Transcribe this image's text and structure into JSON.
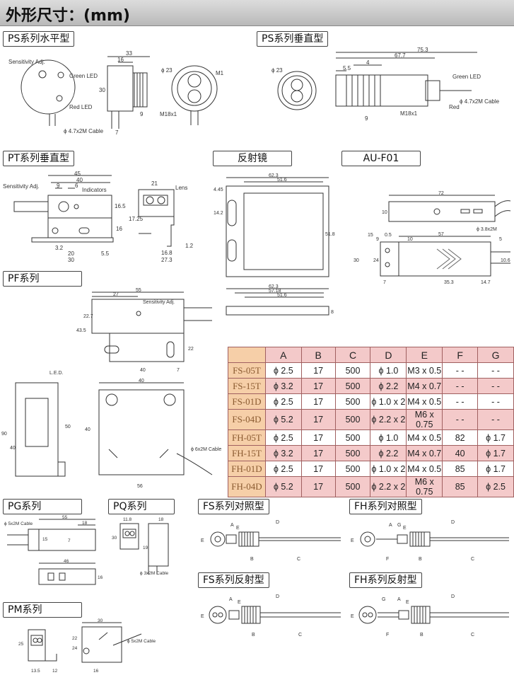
{
  "header": {
    "title": "外形尺寸：(mm)"
  },
  "sections": {
    "ps_h": "PS系列水平型",
    "ps_v": "PS系列垂直型",
    "pt_v": "PT系列垂直型",
    "reflector": "反射镜",
    "au": "AU-F01",
    "pf": "PF系列",
    "pg": "PG系列",
    "pq": "PQ系列",
    "pm": "PM系列",
    "fs_thru": "FS系列对照型",
    "fh_thru": "FH系列对照型",
    "fs_refl": "FS系列反射型",
    "fh_refl": "FH系列反射型"
  },
  "ps_h": {
    "sens": "Sensitivity Adj.",
    "green": "Green LED",
    "red": "Red LED",
    "cable": "ϕ 4.7x2M Cable",
    "d33": "33",
    "d16": "16",
    "d30": "30",
    "d9": "9",
    "d7": "7",
    "dia23": "ϕ 23",
    "thread": "M18x1",
    "m1": "M1"
  },
  "ps_v": {
    "d75": "75.3",
    "d67": "67.7",
    "d4": "4",
    "d55": "5.5",
    "d9": "9",
    "dia23": "ϕ 23",
    "thread": "M18x1",
    "green": "Green LED",
    "red": "Red",
    "cable": "ϕ 4.7x2M Cable"
  },
  "pt_v": {
    "sens": "Sensitivity Adj.",
    "ind": "Indicators",
    "lens": "Lens",
    "d45": "45",
    "d40": "40",
    "d9": "9",
    "d6": "6",
    "d165": "16.5",
    "d32": "3.2",
    "d20": "20",
    "d30": "30",
    "d55": "5.5",
    "d21": "21",
    "d1725": "17.25",
    "d16": "16",
    "d168": "16.8",
    "d273": "27.3",
    "d12": "1.2"
  },
  "refl": {
    "d623": "62.3",
    "d516": "51.6",
    "d445": "4.45",
    "d142": "14.2",
    "d518": "51.8",
    "d5718": "57.18",
    "d8": "8"
  },
  "au": {
    "d72": "72",
    "cable": "ϕ 3.8x2M",
    "d10": "10",
    "d57": "57",
    "d5": "5",
    "d15": "15",
    "d9": "9",
    "d05": "0.5",
    "d24": "24",
    "d30": "30",
    "d7": "7",
    "d353": "35.3",
    "d147": "14.7",
    "d106": "10.6"
  },
  "pf": {
    "sens": "Sensitivity Adj.",
    "led": "L.E.D.",
    "cable": "ϕ 6x2M Cable",
    "d55": "55",
    "d27": "27",
    "d435": "43.5",
    "d227": "22.7",
    "d22": "22",
    "d40": "40",
    "d7": "7",
    "d90": "90",
    "d50": "50",
    "d56": "56"
  },
  "pg": {
    "cable": "ϕ 5x2M Cable",
    "d55": "55",
    "d18": "18",
    "d15": "15",
    "d7": "7",
    "d46": "46",
    "d16": "16"
  },
  "pq": {
    "cable": "ϕ 3x2M Cable",
    "d118": "11.8",
    "d18": "18",
    "d30": "30",
    "d19": "19"
  },
  "pm": {
    "cable": "ϕ 5x2M Cable",
    "d30": "30",
    "d25": "25",
    "d22": "22",
    "d24": "24",
    "d135": "13.5",
    "d12": "12",
    "d16": "16"
  },
  "fiber": {
    "A": "A",
    "B": "B",
    "C": "C",
    "D": "D",
    "E": "E",
    "F": "F",
    "G": "G"
  },
  "table": {
    "headers": [
      "A",
      "B",
      "C",
      "D",
      "E",
      "F",
      "G"
    ],
    "rows": [
      {
        "model": "FS-05T",
        "cells": [
          "ϕ 2.5",
          "17",
          "500",
          "ϕ 1.0",
          "M3 x 0.5",
          "- -",
          "- -"
        ]
      },
      {
        "model": "FS-15T",
        "cells": [
          "ϕ 3.2",
          "17",
          "500",
          "ϕ 2.2",
          "M4 x 0.7",
          "- -",
          "- -"
        ]
      },
      {
        "model": "FS-01D",
        "cells": [
          "ϕ 2.5",
          "17",
          "500",
          "ϕ 1.0 x 2",
          "M4 x 0.5",
          "- -",
          "- -"
        ]
      },
      {
        "model": "FS-04D",
        "cells": [
          "ϕ 5.2",
          "17",
          "500",
          "ϕ 2.2 x 2",
          "M6 x 0.75",
          "- -",
          "- -"
        ]
      },
      {
        "model": "FH-05T",
        "cells": [
          "ϕ 2.5",
          "17",
          "500",
          "ϕ 1.0",
          "M4 x 0.5",
          "82",
          "ϕ 1.7"
        ]
      },
      {
        "model": "FH-15T",
        "cells": [
          "ϕ 3.2",
          "17",
          "500",
          "ϕ 2.2",
          "M4 x 0.7",
          "40",
          "ϕ 1.7"
        ]
      },
      {
        "model": "FH-01D",
        "cells": [
          "ϕ 2.5",
          "17",
          "500",
          "ϕ 1.0 x 2",
          "M4 x 0.5",
          "85",
          "ϕ 1.7"
        ]
      },
      {
        "model": "FH-04D",
        "cells": [
          "ϕ 5.2",
          "17",
          "500",
          "ϕ 2.2 x 2",
          "M6 x 0.75",
          "85",
          "ϕ 2.5"
        ]
      }
    ]
  }
}
